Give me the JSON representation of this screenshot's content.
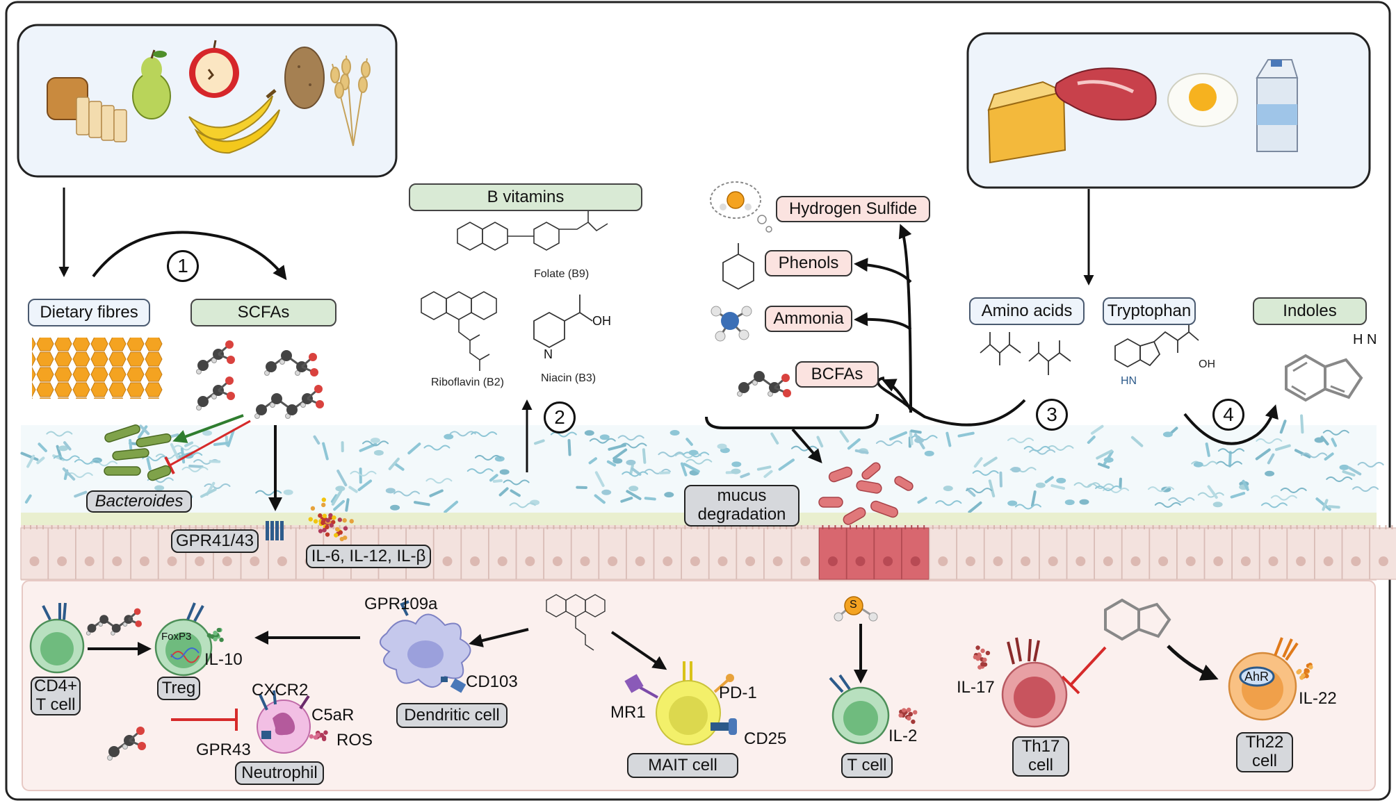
{
  "labels": {
    "dietary_fibres": "Dietary fibres",
    "scfas": "SCFAs",
    "b_vitamins": "B vitamins",
    "hydrogen_sulfide": "Hydrogen Sulfide",
    "phenols": "Phenols",
    "ammonia": "Ammonia",
    "bcfas": "BCFAs",
    "amino_acids": "Amino acids",
    "tryptophan": "Tryptophan",
    "indoles": "Indoles",
    "bacteroides": "Bacteroides",
    "mucus_degradation_1": "mucus",
    "mucus_degradation_2": "degradation",
    "gpr41_43": "GPR41/43",
    "il6_il12_ilb": "IL-6, IL-12, IL-β",
    "cd4_1": "CD4+",
    "cd4_2": "T cell",
    "treg": "Treg",
    "dendritic_cell": "Dendritic cell",
    "neutrophil": "Neutrophil",
    "mait_cell": "MAIT cell",
    "t_cell": "T cell",
    "th17_1": "Th17",
    "th17_2": "cell",
    "th22_1": "Th22",
    "th22_2": "cell"
  },
  "text": {
    "folate": "Folate (B9)",
    "riboflavin": "Riboflavin (B2)",
    "niacin": "Niacin (B3)",
    "gpr109a": "GPR109a",
    "cd103": "CD103",
    "il10": "IL-10",
    "foxp3": "FoxP3",
    "cxcr2": "CXCR2",
    "c5ar": "C5aR",
    "ros": "ROS",
    "gpr43": "GPR43",
    "mr1": "MR1",
    "pd1": "PD-1",
    "cd25": "CD25",
    "il2": "IL-2",
    "il17": "IL-17",
    "il22": "IL-22",
    "ahr": "AhR",
    "oh": "OH",
    "n": "N",
    "hn": "HN",
    "nh": "H N",
    "s": "S"
  },
  "steps": [
    "1",
    "2",
    "3",
    "4"
  ],
  "colors": {
    "outline": "#222222",
    "label_blue": "#eef4fb",
    "label_green": "#d9ead5",
    "label_pink": "#fbe3e0",
    "label_grey": "#d6d8dc",
    "tissue": "#fbf0ee",
    "epithelium": "#f1ddd8",
    "mucus_layer": "#eef3d6",
    "activation_arrow": "#2f7d2f",
    "inhibition": "#d62a2a"
  },
  "icons": [
    "bread-icon",
    "pear-icon",
    "apple-icon",
    "banana-icon",
    "potato-icon",
    "wheat-icon",
    "cheese-icon",
    "steak-icon",
    "egg-icon",
    "milk-carton-icon",
    "sulfur-cloud-icon",
    "molecule-icon",
    "bacteria-icon",
    "receptor-icon"
  ]
}
